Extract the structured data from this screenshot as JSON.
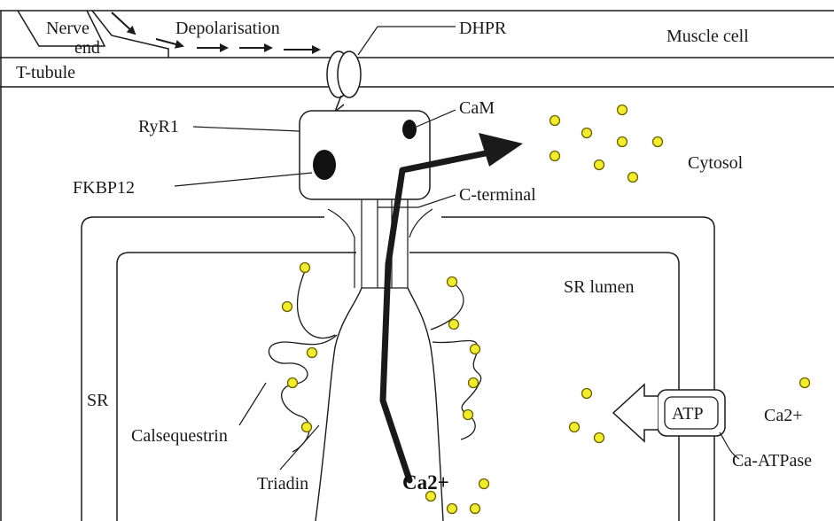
{
  "labels": {
    "nerve_end_line1": "Nerve",
    "nerve_end_line2": "end",
    "depolarisation": "Depolarisation",
    "dhpr": "DHPR",
    "muscle_cell": "Muscle cell",
    "t_tubule": "T-tubule",
    "ryr1": "RyR1",
    "cam": "CaM",
    "fkbp12": "FKBP12",
    "cytosol": "Cytosol",
    "c_terminal": "C-terminal",
    "sr_lumen": "SR lumen",
    "sr": "SR",
    "calsequestrin": "Calsequestrin",
    "triadin": "Triadin",
    "atp": "ATP",
    "ca2_right": "Ca2+",
    "ca_atpase": "Ca-ATPase",
    "ca2_bottom": "Ca2+"
  },
  "colors": {
    "line": "#1a1a1a",
    "calcium_fill": "#f2ec2a",
    "calcium_stroke": "#6b6200",
    "background": "#ffffff"
  }
}
